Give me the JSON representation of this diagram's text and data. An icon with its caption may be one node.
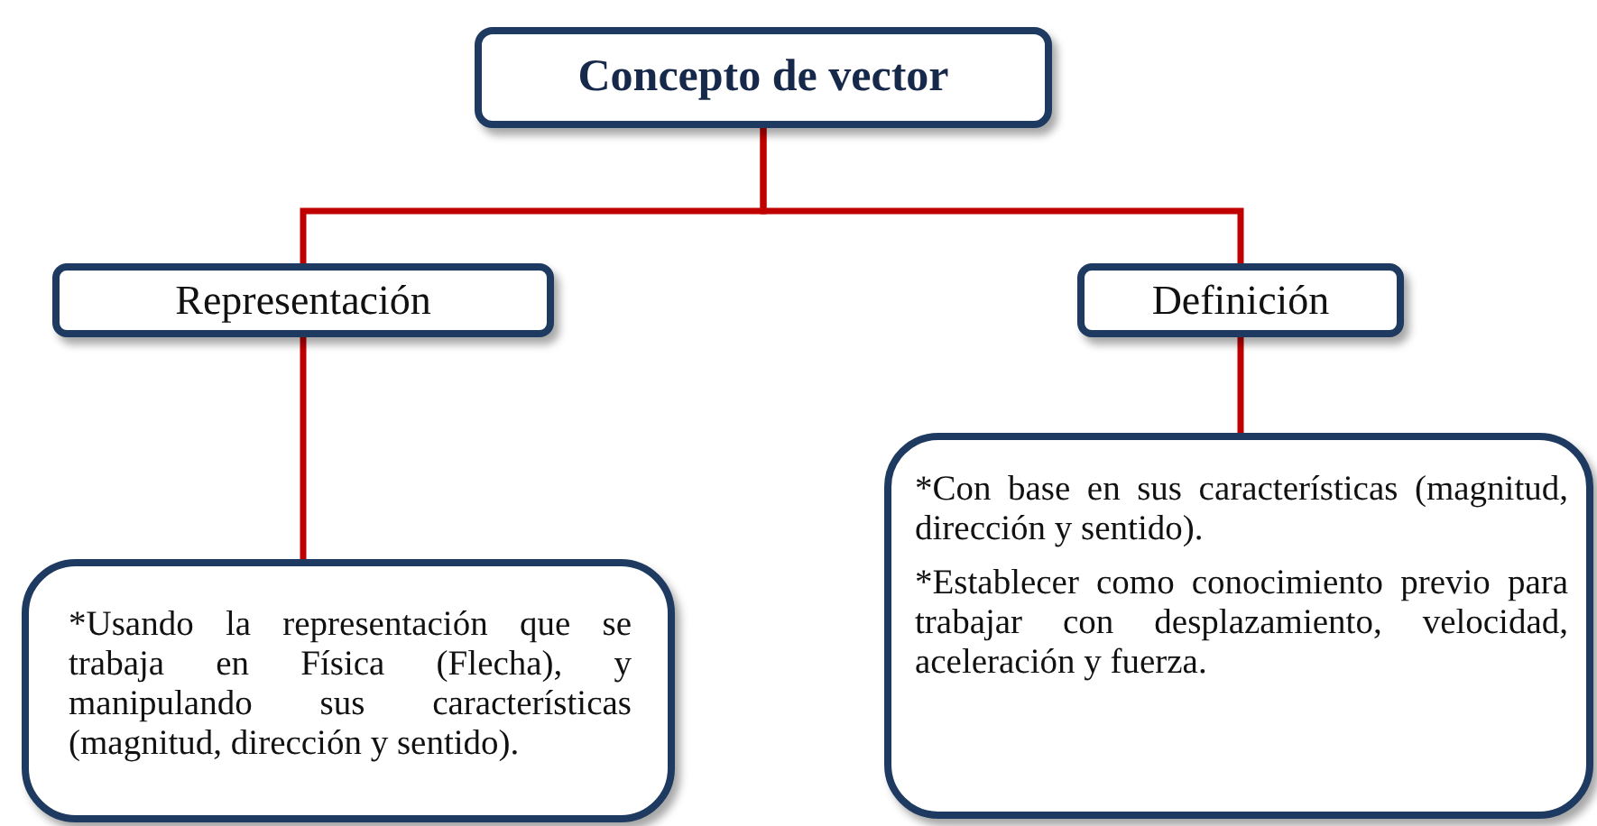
{
  "diagram": {
    "nodes": [
      {
        "text": [
          "Concepto de vector"
        ]
      },
      {
        "text": [
          "Representación"
        ]
      },
      {
        "text": [
          "Definición"
        ]
      },
      {
        "text": [
          "*Usando la representación que se trabaja en Física (Flecha), y manipulando sus características (magnitud, dirección y sentido)."
        ]
      },
      {
        "text": [
          "*Con base en  sus características (magnitud, dirección y sentido).",
          "*Establecer como conocimiento previo para trabajar con desplazamiento, velocidad, aceleración y fuerza."
        ]
      }
    ],
    "edges": [
      {
        "from": 0,
        "to": 1,
        "arrow": "none"
      },
      {
        "from": 0,
        "to": 2,
        "arrow": "none"
      },
      {
        "from": 1,
        "to": 3,
        "arrow": "none"
      },
      {
        "from": 2,
        "to": 4,
        "arrow": "none"
      }
    ]
  }
}
